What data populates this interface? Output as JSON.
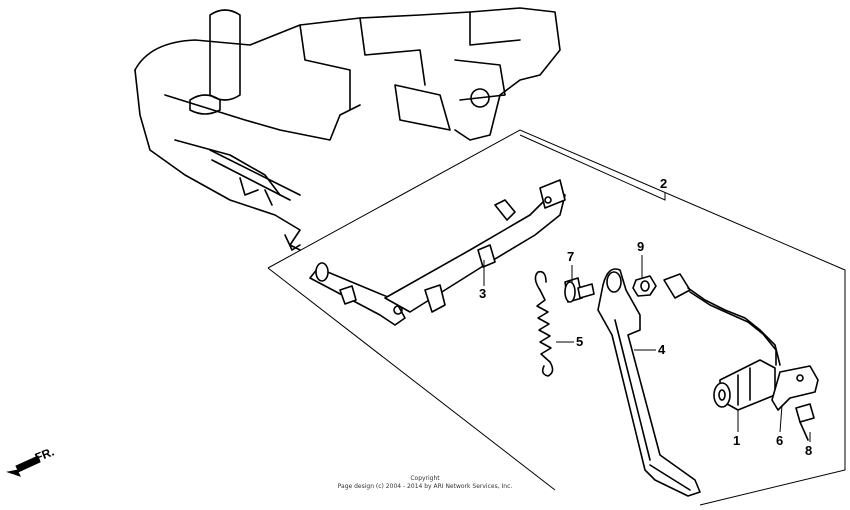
{
  "callouts": [
    {
      "id": "1",
      "label": "1"
    },
    {
      "id": "2",
      "label": "2"
    },
    {
      "id": "3",
      "label": "3"
    },
    {
      "id": "4",
      "label": "4"
    },
    {
      "id": "5",
      "label": "5"
    },
    {
      "id": "6",
      "label": "6"
    },
    {
      "id": "7",
      "label": "7"
    },
    {
      "id": "8",
      "label": "8"
    },
    {
      "id": "9",
      "label": "9"
    }
  ],
  "direction_label": "FR.",
  "copyright": {
    "line1": "Copyright",
    "line2": "Page design (c) 2004 - 2014 by ARI Network Services, Inc."
  }
}
